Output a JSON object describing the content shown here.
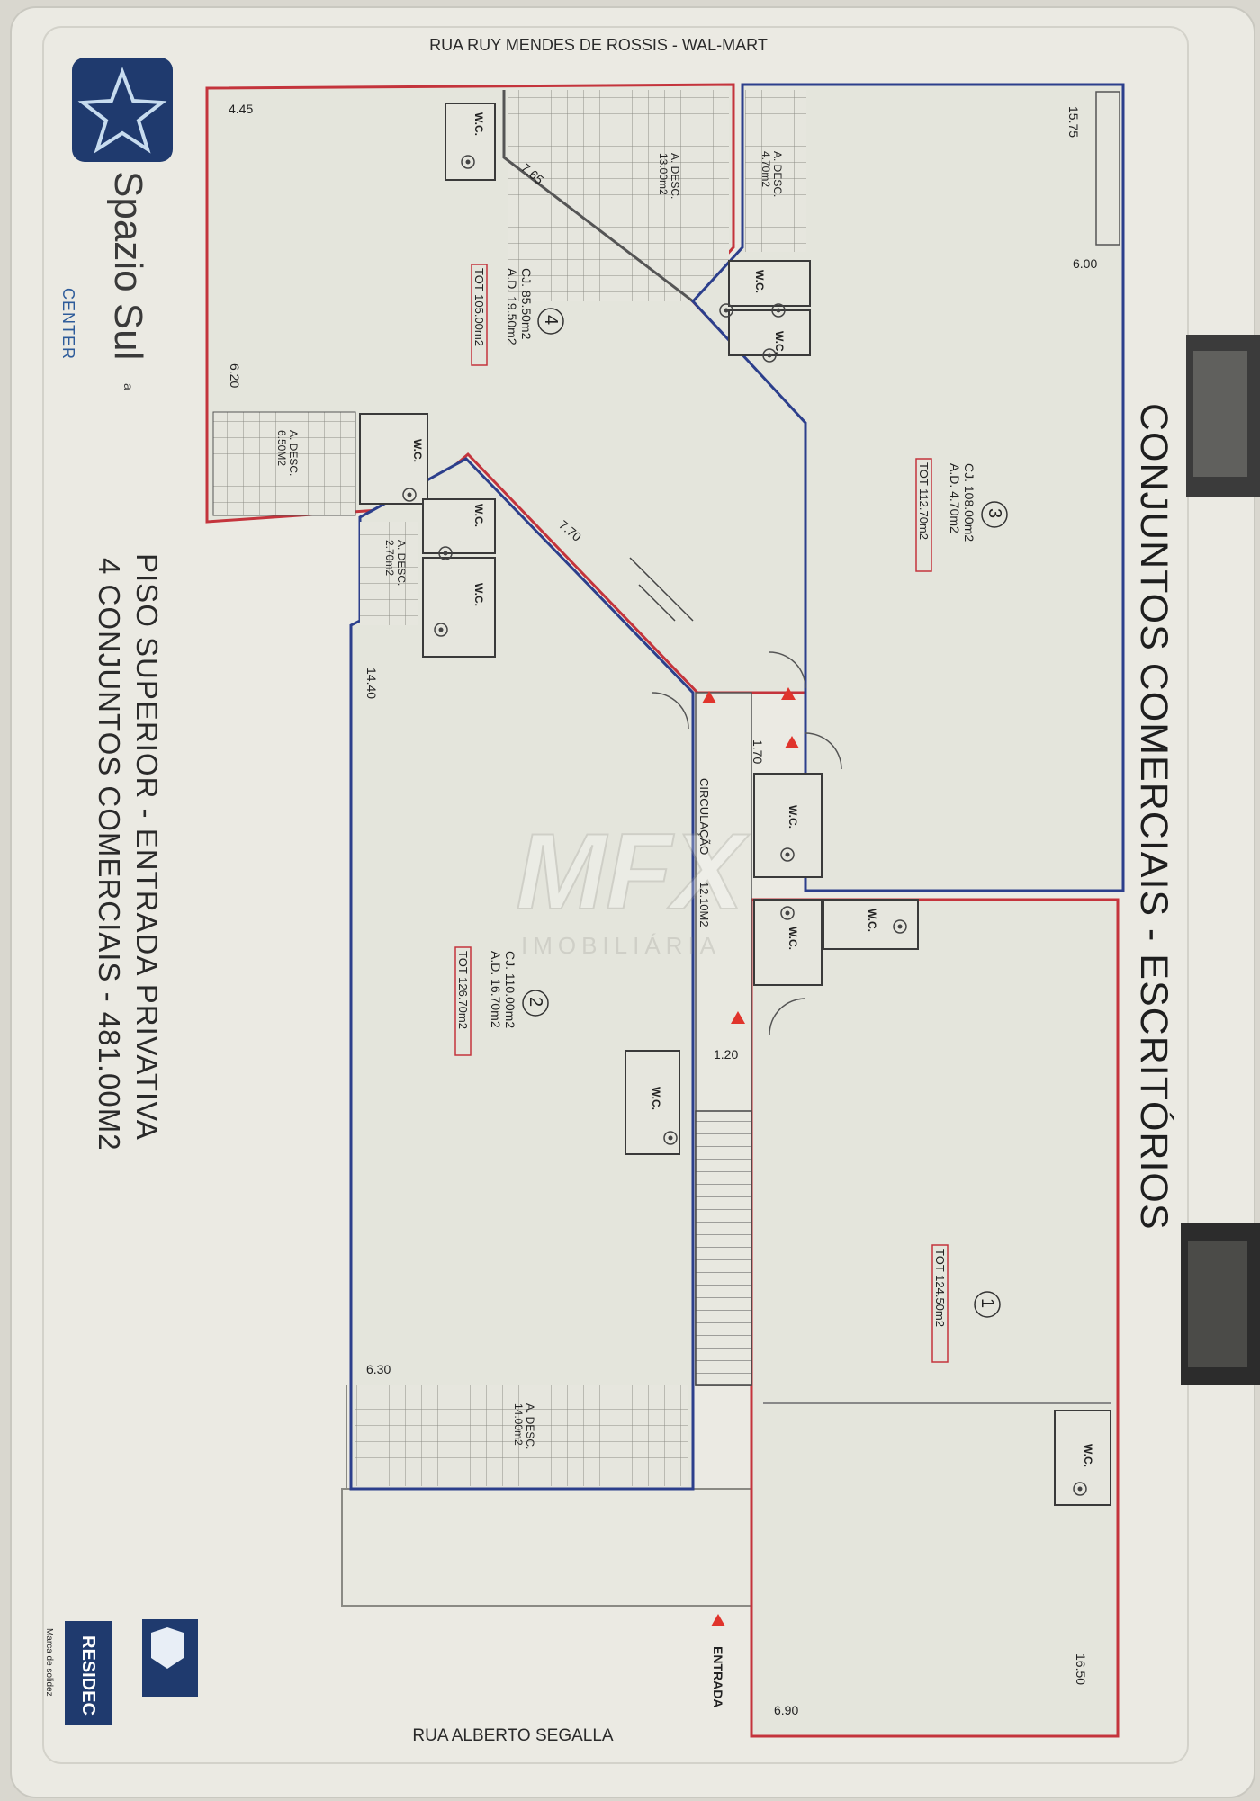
{
  "streets": {
    "top": "RUA RUY MENDES DE ROSSIS - WAL-MART",
    "bottom": "RUA ALBERTO SEGALLA"
  },
  "brand": {
    "name": "Spazio Sul",
    "sub": "CENTER",
    "sup": "a"
  },
  "developer": {
    "name": "RESIDEC",
    "tagline": "Marca de solidez"
  },
  "watermark": {
    "mark": "MFX",
    "sub": "IMOBILIÁRIA"
  },
  "heading": "CONJUNTOS COMERCIAIS - ESCRITÓRIOS",
  "footer": {
    "line1": "PISO SUPERIOR - ENTRADA PRIVATIVA",
    "line2": "4 CONJUNTOS COMERCIAIS - 481.00M2"
  },
  "units": [
    {
      "number": "1",
      "tot": "TOT  124.50m2"
    },
    {
      "number": "2",
      "cj": "CJ.  110.00m2",
      "ad": "A.D.  16.70m2",
      "tot": "TOT 126.70m2"
    },
    {
      "number": "3",
      "cj": "CJ.  108.00m2",
      "ad": "A.D.   4.70m2",
      "tot": "TOT  112.70m2"
    },
    {
      "number": "4",
      "cj": "CJ.   85.50m2",
      "ad": "A.D.  19.50m2",
      "tot": "TOT 105.00m2"
    }
  ],
  "areas": {
    "desc13": {
      "title": "A. DESC.",
      "value": "13.00m2"
    },
    "desc470": {
      "title": "A. DESC.",
      "value": "4.70m2"
    },
    "desc650": {
      "title": "A. DESC.",
      "value": "6.50M2"
    },
    "desc270": {
      "title": "A. DESC.",
      "value": "2.70m2"
    },
    "desc14": {
      "title": "A. DESC.",
      "value": "14.00m2"
    }
  },
  "wc_label": "W.C.",
  "circulation": {
    "label": "CIRCULAÇÃO",
    "value": "12.10M2"
  },
  "entrance": "ENTRADA",
  "dimensions": {
    "d445": "4.45",
    "d765": "7.65",
    "d1575": "15.75",
    "d600": "6.00",
    "d620": "6.20",
    "d770": "7.70",
    "d1440": "14.40",
    "d170": "1.70",
    "d120": "1.20",
    "d630": "6.30",
    "d1650": "16.50",
    "d690": "6.90"
  },
  "colors": {
    "red": "#c4343c",
    "blue": "#2c3f8c",
    "wall": "#3a3a3a",
    "paper": "#ebeae3",
    "room": "#e4e5dc",
    "accent": "#e0342c",
    "brandBlue": "#1f3a6e"
  }
}
